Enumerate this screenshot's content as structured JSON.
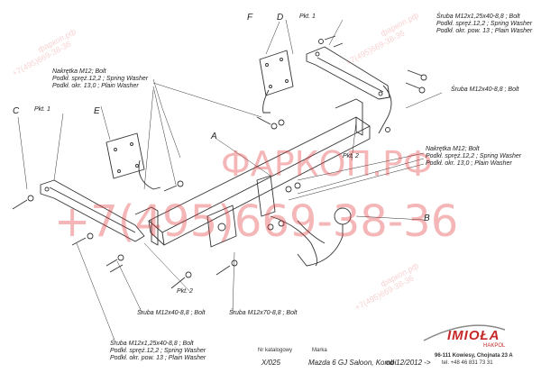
{
  "letters": {
    "A": "A",
    "B": "B",
    "C": "C",
    "D": "D",
    "E": "E",
    "F": "F"
  },
  "pkt1": "Pkt. 1",
  "pkt2": "Pkt. 2",
  "nakretka_top": [
    "Nakrętka M12; Bolt",
    "Podkł. spręż.12,2 ; Spring Washer",
    "Podkł. okr. 13,0 ; Plain Washer"
  ],
  "sruba_top_right": [
    "Śruba M12x1,25x40-8,8 ; Bolt",
    "Podkł. spręż.12,2 ; Spring Washer",
    "Podkł. okr. pow. 13 ; Plain Washer"
  ],
  "sruba_right": "Śruba M12x40-8,8 ; Bolt",
  "nakretka_right": [
    "Nakrętka M12; Bolt",
    "Podkł. spręż.12,2 ; Spring Washer",
    "Podkł. okr. 13,0 ; Plain Washer"
  ],
  "sruba_bottom_left": "Śruba M12x40-8,8 ; Bolt",
  "sruba_bottom_mid": "Śruba M12x70-8,8 ; Bolt",
  "sruba_bottom": [
    "Śruba M12x1,25x40-8,8 ; Bolt",
    "Podkł. spręż.12,2 ; Spring Washer",
    "Podkł. okr. pow. 13 ; Plain Washer"
  ],
  "watermark": {
    "brand": "ФАРКОП.РФ",
    "phone": "+7(495)669-38-36",
    "site": "фаркоп.рф",
    "phone_small": "+7(495)669-38-36"
  },
  "footer": {
    "catalog_label": "Nr katalogowy",
    "catalog_value": "X/025",
    "marka_label": "Marka",
    "marka_value": "Mazda 6 GJ Saloon, Kombi",
    "from_value": "od 12/2012 ->",
    "brand": "IMIOŁA",
    "brand_sub": "HAKPOL",
    "address": "96-111 Kowiesy, Chojnata 23 A",
    "tel": "tel. +48 46 831 73 31"
  },
  "colors": {
    "line": "#333333",
    "watermark": "#e03030"
  }
}
